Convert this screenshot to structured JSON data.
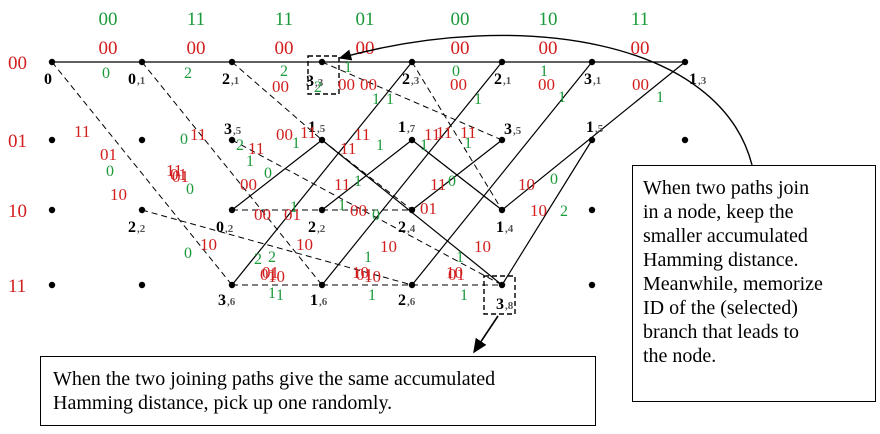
{
  "colors": {
    "green": "#1a9a3a",
    "red": "#d21e1e",
    "black": "#000000",
    "gray": "#7a7a7a"
  },
  "received": [
    "00",
    "11",
    "11",
    "01",
    "00",
    "10",
    "11"
  ],
  "branch_codes": [
    "00",
    "00",
    "00",
    "00",
    "00",
    "00",
    "00"
  ],
  "state_labels": [
    "00",
    "01",
    "10",
    "11"
  ],
  "nodes": [
    {
      "id": "n-0-0",
      "main": "0",
      "sub": ""
    },
    {
      "id": "n-1-0",
      "main": "0",
      "sub": "1"
    },
    {
      "id": "n-2-0",
      "main": "2",
      "sub": "1"
    },
    {
      "id": "n-3-0",
      "main": "3",
      "sub": "3"
    },
    {
      "id": "n-4-0",
      "main": "2",
      "sub": "3"
    },
    {
      "id": "n-5-0",
      "main": "2",
      "sub": "1"
    },
    {
      "id": "n-6-0",
      "main": "3",
      "sub": "1"
    },
    {
      "id": "n-7-0",
      "main": "1",
      "sub": "3"
    },
    {
      "id": "n-2-1",
      "main": "3",
      "sub": "5"
    },
    {
      "id": "n-3-1",
      "main": "1",
      "sub": "5"
    },
    {
      "id": "n-4-1",
      "main": "1",
      "sub": "7"
    },
    {
      "id": "n-5-1",
      "main": "3",
      "sub": "5"
    },
    {
      "id": "n-6-1",
      "main": "1",
      "sub": "5"
    },
    {
      "id": "n-1-2",
      "main": "2",
      "sub": "2"
    },
    {
      "id": "n-2-2",
      "main": "0",
      "sub": "2"
    },
    {
      "id": "n-3-2",
      "main": "2",
      "sub": "2"
    },
    {
      "id": "n-4-2",
      "main": "2",
      "sub": "4"
    },
    {
      "id": "n-5-2",
      "main": "1",
      "sub": "4"
    },
    {
      "id": "n-2-3",
      "main": "3",
      "sub": "6"
    },
    {
      "id": "n-3-3",
      "main": "1",
      "sub": "6"
    },
    {
      "id": "n-4-3",
      "main": "2",
      "sub": "6"
    },
    {
      "id": "n-5-3",
      "main": "3",
      "sub": "8"
    }
  ],
  "red_labels": [
    "00",
    "00",
    "00",
    "00",
    "00",
    "00",
    "00",
    "11",
    "11",
    "11",
    "11",
    "11",
    "11",
    "11",
    "11",
    "11",
    "11",
    "11",
    "11",
    "00",
    "00",
    "00",
    "10",
    "10",
    "10",
    "10",
    "10",
    "10",
    "01",
    "01",
    "01",
    "01",
    "01",
    "01",
    "01",
    "01",
    "01",
    "10",
    "10",
    "10",
    "10",
    "10"
  ],
  "green_labels": [
    "0",
    "2",
    "2",
    "2",
    "0",
    "1",
    "1",
    "1",
    "1",
    "1",
    "1",
    "1",
    "0",
    "1",
    "1",
    "1",
    "1",
    "0",
    "1",
    "0",
    "0",
    "1",
    "0",
    "2",
    "0",
    "1",
    "0",
    "2",
    "0",
    "1",
    "1",
    "1",
    "1",
    "1",
    "1",
    "2",
    "1",
    "2"
  ],
  "callouts": {
    "right": [
      "When two paths join",
      "in a node, keep the",
      "smaller accumulated",
      "Hamming distance.",
      "Meanwhile, memorize",
      "ID of the (selected)",
      "branch that leads to",
      "the node."
    ],
    "bottom": [
      "When the two joining paths give the same accumulated",
      "Hamming distance, pick up one randomly."
    ]
  }
}
